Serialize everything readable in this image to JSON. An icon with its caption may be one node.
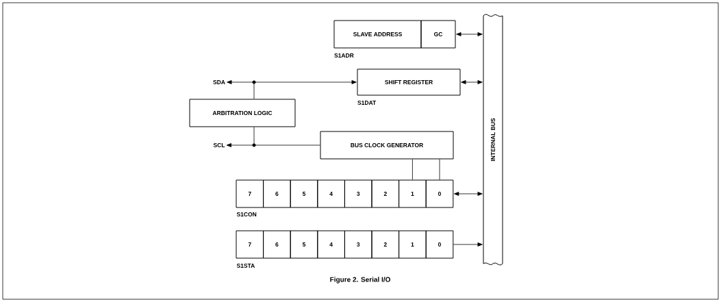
{
  "diagram": {
    "caption": "Figure 2. Serial I/O",
    "nodes": [
      {
        "text": [
          "SLAVE ADDRESS"
        ],
        "beside": [
          "S1ADR"
        ]
      },
      {
        "text": [
          "GC"
        ]
      },
      {
        "text": [
          "SDA"
        ]
      },
      {
        "text": [
          "SHIFT REGISTER"
        ],
        "beside": [
          "S1DAT"
        ]
      },
      {
        "text": [
          "ARBITRATION LOGIC"
        ]
      },
      {
        "text": [
          "SCL"
        ]
      },
      {
        "text": [
          "BUS CLOCK GENERATOR"
        ]
      },
      {
        "text": [
          "7"
        ]
      },
      {
        "text": [
          "6"
        ]
      },
      {
        "text": [
          "5"
        ]
      },
      {
        "text": [
          "4"
        ]
      },
      {
        "text": [
          "3"
        ]
      },
      {
        "text": [
          "2"
        ]
      },
      {
        "text": [
          "1"
        ]
      },
      {
        "text": [
          "0"
        ]
      },
      {
        "text": [
          "7"
        ]
      },
      {
        "text": [
          "6"
        ]
      },
      {
        "text": [
          "5"
        ]
      },
      {
        "text": [
          "4"
        ]
      },
      {
        "text": [
          "3"
        ]
      },
      {
        "text": [
          "2"
        ]
      },
      {
        "text": [
          "1"
        ]
      },
      {
        "text": [
          "0"
        ]
      },
      {
        "text": [
          "INTERNAL BUS"
        ]
      },
      {
        "text": [],
        "shape": "circle"
      },
      {
        "text": [],
        "shape": "circle"
      }
    ],
    "edges": [
      {
        "from": 1,
        "to": 23,
        "arrow": "both"
      },
      {
        "from": 3,
        "to": 23,
        "arrow": "both"
      },
      {
        "from": 24,
        "to": 2,
        "arrow": "to"
      },
      {
        "from": 24,
        "to": 3,
        "arrow": "to"
      },
      {
        "from": 4,
        "to": 24,
        "arrow": "none"
      },
      {
        "from": 25,
        "to": 5,
        "arrow": "to"
      },
      {
        "from": 25,
        "to": 6,
        "arrow": "none"
      },
      {
        "from": 4,
        "to": 25,
        "arrow": "none"
      },
      {
        "from": 6,
        "to": 13,
        "arrow": "none"
      },
      {
        "from": 6,
        "to": 14,
        "arrow": "none"
      },
      {
        "from": 14,
        "to": 23,
        "arrow": "both"
      },
      {
        "from": 22,
        "to": 23,
        "arrow": "to"
      }
    ],
    "labels": [
      "S1CON",
      "S1STA"
    ]
  }
}
